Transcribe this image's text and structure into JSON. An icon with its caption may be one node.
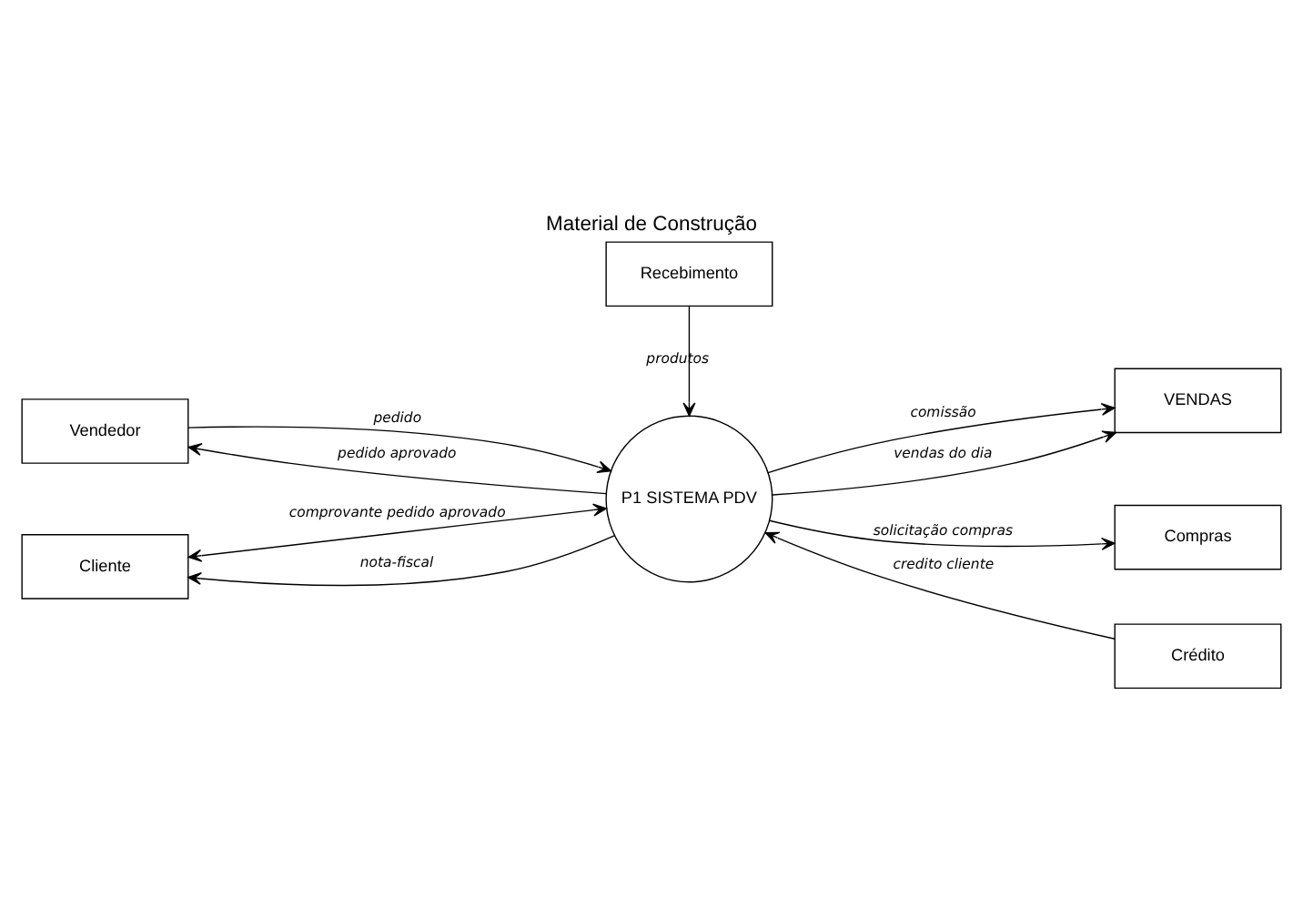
{
  "diagram": {
    "title": "Material de Construção",
    "nodes": [
      {
        "text": [
          "Vendedor"
        ]
      },
      {
        "text": [
          "VENDAS"
        ]
      },
      {
        "text": [
          "P1 SISTEMA PDV"
        ]
      },
      {
        "text": [
          "Compras"
        ]
      },
      {
        "text": [
          "Cliente"
        ]
      },
      {
        "text": [
          "Recebimento"
        ]
      },
      {
        "text": [
          "Crédito"
        ]
      }
    ],
    "edges": [
      {
        "from": 0,
        "to": 2,
        "arrow": "to",
        "label": "pedido"
      },
      {
        "from": 2,
        "to": 1,
        "arrow": "to",
        "label": "comissão"
      },
      {
        "from": 2,
        "to": 1,
        "arrow": "to",
        "label": "vendas do dia"
      },
      {
        "from": 2,
        "to": 0,
        "arrow": "to",
        "label": "pedido aprovado"
      },
      {
        "from": 2,
        "to": 3,
        "arrow": "to",
        "label": "solicitação compras"
      },
      {
        "from": 4,
        "to": 2,
        "arrow": "both",
        "label": "comprovante pedido aprovado"
      },
      {
        "from": 6,
        "to": 2,
        "arrow": "to",
        "label": "credito cliente"
      },
      {
        "from": 5,
        "to": 2,
        "arrow": "to",
        "label": "produtos"
      },
      {
        "from": 2,
        "to": 4,
        "arrow": "to",
        "label": "nota-fiscal"
      }
    ]
  }
}
